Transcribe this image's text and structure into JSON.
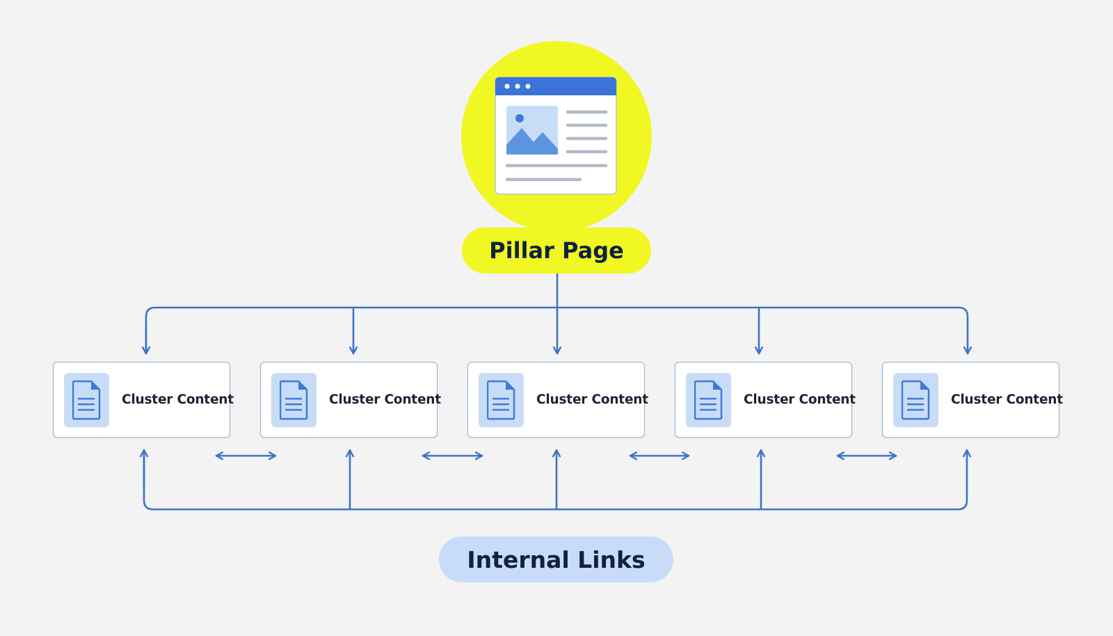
{
  "pillar": {
    "label": "Pillar Page",
    "color": "#f1f723"
  },
  "clusters": [
    {
      "label": "Cluster Content"
    },
    {
      "label": "Cluster Content"
    },
    {
      "label": "Cluster Content"
    },
    {
      "label": "Cluster Content"
    },
    {
      "label": "Cluster Content"
    }
  ],
  "internal_links": {
    "label": "Internal Links",
    "color": "#c8dcfa"
  },
  "colors": {
    "connector": "#3b74c9",
    "background": "#f3f3f3",
    "browser_bar": "#3b74d6",
    "icon_tile": "#c9dcf7",
    "icon": "#3e7ad2"
  },
  "icons": {
    "pillar": "webpage-icon",
    "cluster": "document-icon"
  }
}
